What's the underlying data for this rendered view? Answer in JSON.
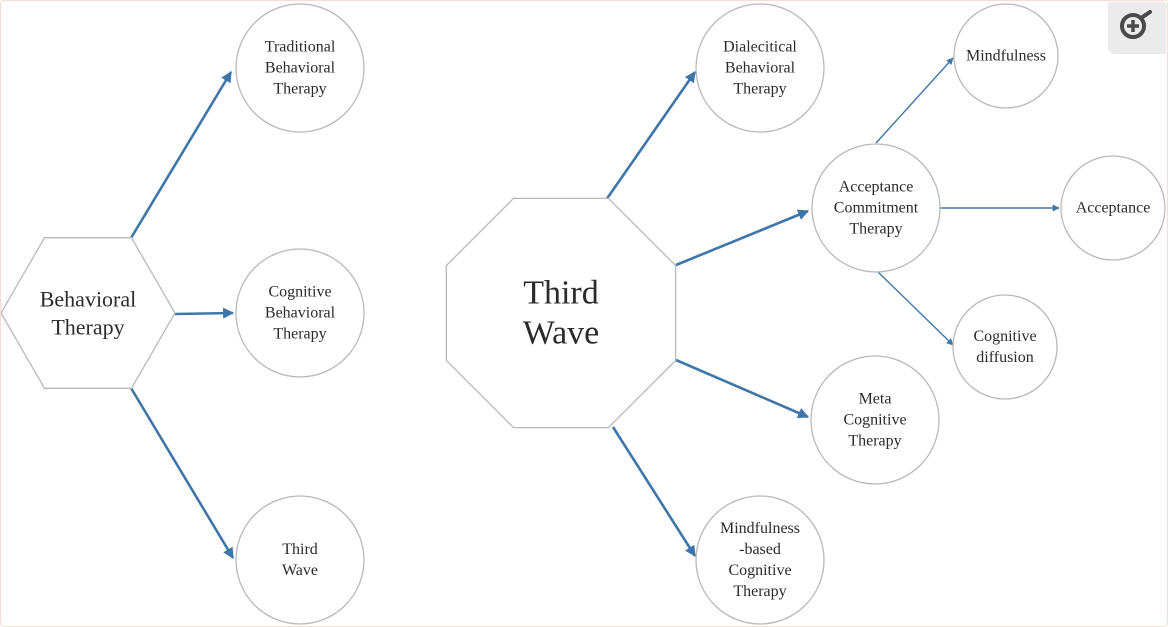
{
  "diagram": {
    "colors": {
      "edge": "#3f76aa",
      "node_stroke": "#b9b9b9",
      "node_fill": "#ffffff",
      "text": "#2b2b2b"
    },
    "nodes": {
      "behavioral_therapy": [
        "Behavioral",
        "Therapy"
      ],
      "traditional_behavioral_therapy": [
        "Traditional",
        "Behavioral",
        "Therapy"
      ],
      "cognitive_behavioral_therapy": [
        "Cognitive",
        "Behavioral",
        "Therapy"
      ],
      "third_wave_small": [
        "Third",
        "Wave"
      ],
      "third_wave": [
        "Third",
        "Wave"
      ],
      "dialectical_behavioral_therapy": [
        "Dialecitical",
        "Behavioral",
        "Therapy"
      ],
      "acceptance_commitment_therapy": [
        "Acceptance",
        "Commitment",
        "Therapy"
      ],
      "meta_cognitive_therapy": [
        "Meta",
        "Cognitive",
        "Therapy"
      ],
      "mindfulness_based_cognitive_therapy": [
        "Mindfulness",
        "-based",
        "Cognitive",
        "Therapy"
      ],
      "mindfulness": [
        "Mindfulness"
      ],
      "acceptance": [
        "Acceptance"
      ],
      "cognitive_diffusion": [
        "Cognitive",
        "diffusion"
      ]
    },
    "edges": [
      {
        "from": "behavioral_therapy",
        "to": "traditional_behavioral_therapy"
      },
      {
        "from": "behavioral_therapy",
        "to": "cognitive_behavioral_therapy"
      },
      {
        "from": "behavioral_therapy",
        "to": "third_wave_small"
      },
      {
        "from": "third_wave",
        "to": "dialectical_behavioral_therapy"
      },
      {
        "from": "third_wave",
        "to": "acceptance_commitment_therapy"
      },
      {
        "from": "third_wave",
        "to": "meta_cognitive_therapy"
      },
      {
        "from": "third_wave",
        "to": "mindfulness_based_cognitive_therapy"
      },
      {
        "from": "acceptance_commitment_therapy",
        "to": "mindfulness"
      },
      {
        "from": "acceptance_commitment_therapy",
        "to": "acceptance"
      },
      {
        "from": "acceptance_commitment_therapy",
        "to": "cognitive_diffusion"
      }
    ]
  },
  "toolbar": {
    "zoom_icon": "zoom-in-icon"
  }
}
